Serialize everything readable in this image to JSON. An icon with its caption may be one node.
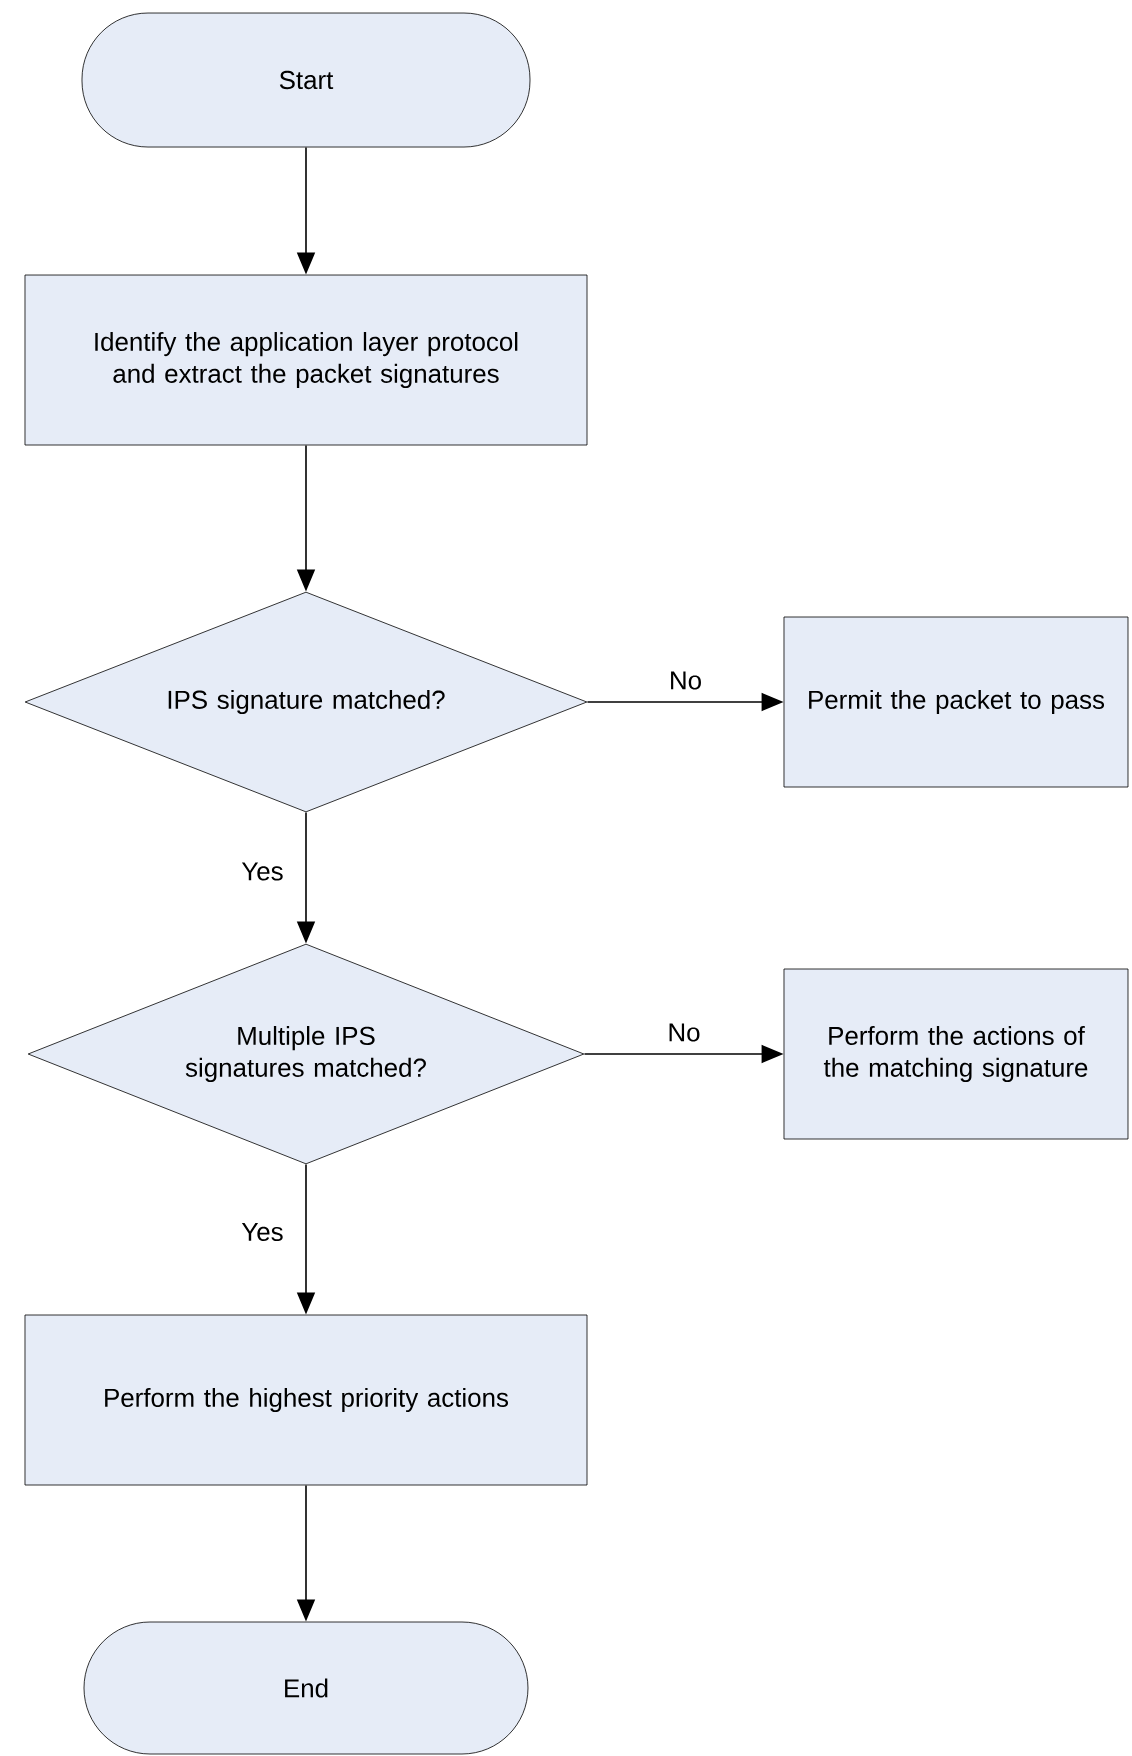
{
  "diagram": {
    "nodes": [
      {
        "text": [
          "Start"
        ]
      },
      {
        "text": [
          "Identify the application layer protocol and extract the packet signatures"
        ]
      },
      {
        "text": [
          "IPS signature matched?"
        ]
      },
      {
        "text": [
          "Permit the packet to pass"
        ]
      },
      {
        "text": [
          "Multiple IPS signatures matched?"
        ]
      },
      {
        "text": [
          "Perform the actions of the matching signature"
        ]
      },
      {
        "text": [
          "Perform the highest priority actions"
        ]
      },
      {
        "text": [
          "End"
        ]
      }
    ],
    "edges": [
      {
        "from": 0,
        "to": 1,
        "arrow": "to"
      },
      {
        "from": 1,
        "to": 2,
        "arrow": "to"
      },
      {
        "from": 2,
        "to": 3,
        "arrow": "to",
        "label": "No"
      },
      {
        "from": 2,
        "to": 4,
        "arrow": "to",
        "label": "Yes"
      },
      {
        "from": 4,
        "to": 5,
        "arrow": "to",
        "label": "No"
      },
      {
        "from": 4,
        "to": 6,
        "arrow": "to",
        "label": "Yes"
      },
      {
        "from": 6,
        "to": 7,
        "arrow": "to"
      }
    ]
  }
}
